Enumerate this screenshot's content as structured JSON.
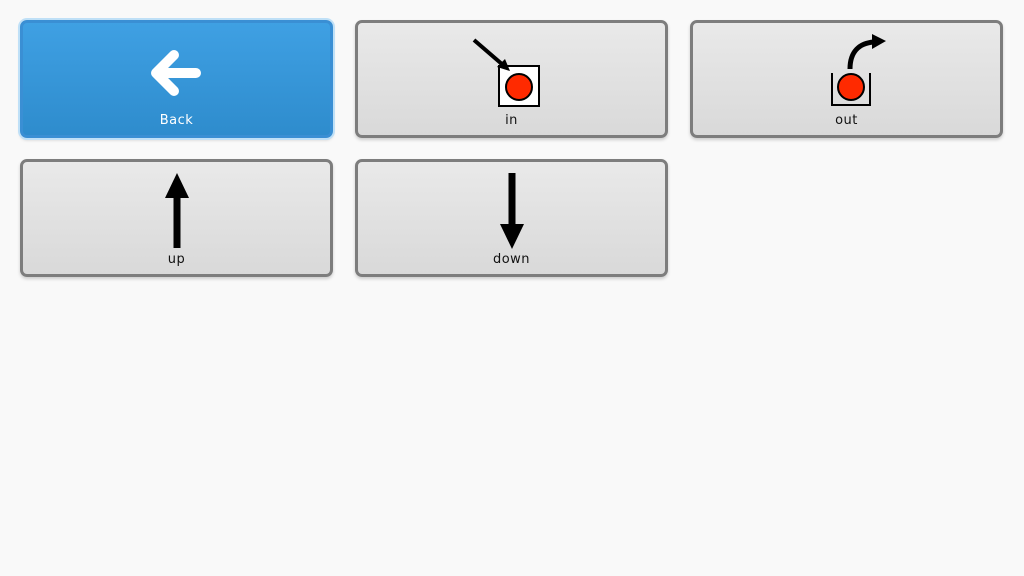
{
  "buttons": [
    {
      "label": "Back",
      "icon": "arrow-left-icon"
    },
    {
      "label": "in",
      "icon": "arrow-into-box-icon"
    },
    {
      "label": "out",
      "icon": "arrow-out-of-box-icon"
    },
    {
      "label": "up",
      "icon": "arrow-up-icon"
    },
    {
      "label": "down",
      "icon": "arrow-down-icon"
    }
  ],
  "colors": {
    "back_bg": "#3498db",
    "tile_bg": "#e0e0e0",
    "tile_border": "#7d7d7d",
    "ball": "#ff2a00"
  }
}
